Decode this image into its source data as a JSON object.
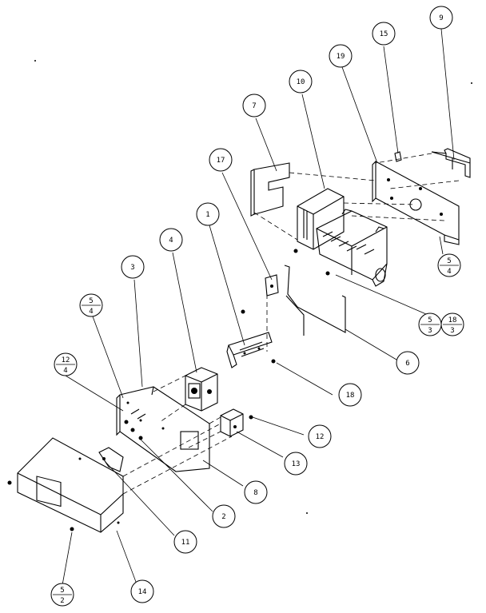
{
  "diagram": {
    "callouts": [
      {
        "id": "c9",
        "label": "9"
      },
      {
        "id": "c15",
        "label": "15"
      },
      {
        "id": "c19",
        "label": "19"
      },
      {
        "id": "c10",
        "label": "10"
      },
      {
        "id": "c7",
        "label": "7"
      },
      {
        "id": "c17",
        "label": "17"
      },
      {
        "id": "c1",
        "label": "1"
      },
      {
        "id": "c4",
        "label": "4"
      },
      {
        "id": "c3",
        "label": "3"
      },
      {
        "id": "c6",
        "label": "6"
      },
      {
        "id": "c18",
        "label": "18"
      },
      {
        "id": "c12",
        "label": "12"
      },
      {
        "id": "c13",
        "label": "13"
      },
      {
        "id": "c8",
        "label": "8"
      },
      {
        "id": "c2",
        "label": "2"
      },
      {
        "id": "c11",
        "label": "11"
      },
      {
        "id": "c14",
        "label": "14"
      }
    ],
    "fractions": [
      {
        "id": "f54a",
        "top": "5",
        "bottom": "4"
      },
      {
        "id": "f53",
        "top": "5",
        "bottom": "3"
      },
      {
        "id": "f183",
        "top": "18",
        "bottom": "3"
      },
      {
        "id": "f54b",
        "top": "5",
        "bottom": "4"
      },
      {
        "id": "f124",
        "top": "12",
        "bottom": "4"
      },
      {
        "id": "f52",
        "top": "5",
        "bottom": "2"
      }
    ]
  }
}
